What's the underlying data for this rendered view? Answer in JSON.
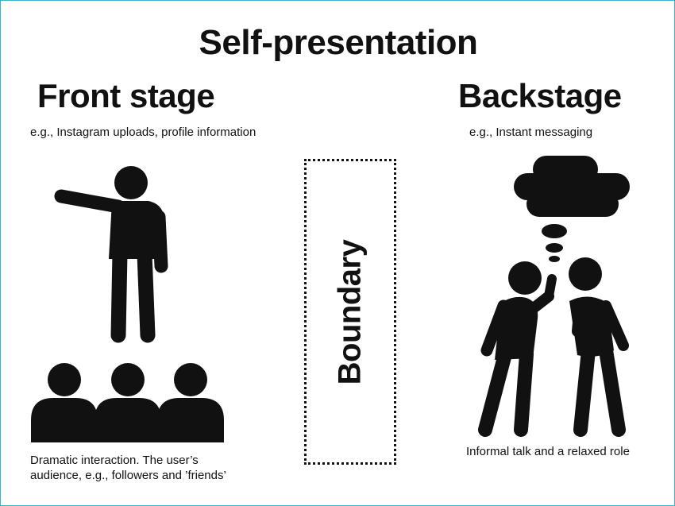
{
  "title": "Self-presentation",
  "front": {
    "heading": "Front stage",
    "example": "e.g., Instagram uploads, profile information",
    "caption_line1": "Dramatic interaction. The user’s",
    "caption_line2": "audience, e.g., followers and ’friends’"
  },
  "back": {
    "heading": "Backstage",
    "example": "e.g., Instant messaging",
    "caption": "Informal talk and a relaxed role"
  },
  "boundary": {
    "label": "Boundary"
  },
  "colors": {
    "ink": "#111111",
    "frame": "#3bb3c8",
    "background": "#ffffff"
  },
  "icons": [
    "presenter-icon",
    "audience-icon",
    "thought-cloud-icon",
    "whispering-people-icon"
  ]
}
